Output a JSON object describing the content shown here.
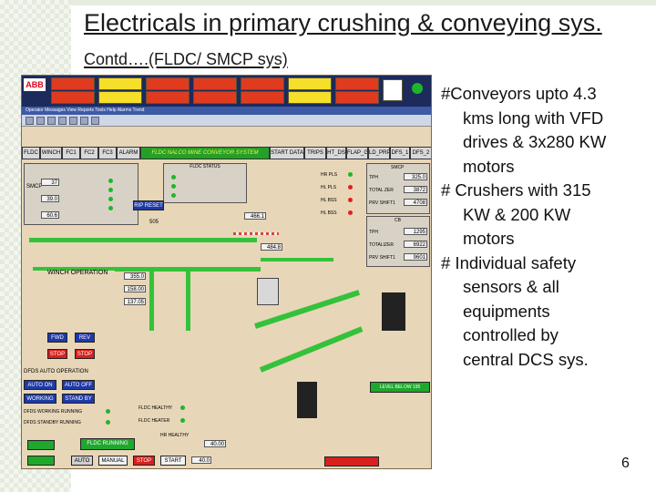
{
  "slide": {
    "title_main": "Electricals in primary crushing & conveying sys.",
    "title_small": " Contd….(FLDC/ SMCP sys)",
    "page_number": "6"
  },
  "bullets": [
    {
      "first": "#Conveyors upto 4.3",
      "rest": [
        "kms long with VFD",
        "drives & 3x280 KW",
        "motors"
      ]
    },
    {
      "first": "# Crushers with 315",
      "rest": [
        "KW & 200 KW",
        "motors"
      ]
    },
    {
      "first": "# Individual safety",
      "rest": [
        "sensors & all",
        "equipments",
        "controlled by",
        "central DCS sys."
      ]
    }
  ],
  "scada": {
    "logo": "ABB",
    "menu_text": "Operator   Messages   View   Reports   Tools   Help   Alarms   Trend",
    "tabs": [
      "FLDC",
      "WINCH",
      "FC1",
      "FC2",
      "FC3",
      "ALARM",
      "FLDC NALCO MINE CONVEYOR SYSTEM",
      "START DATA",
      "TRIPS",
      "HT_DS",
      "FLAP_G",
      "LD_PRP",
      "DFS_1",
      "DFS_2"
    ],
    "winch_operation": "WINCH OPERATION",
    "dfds_auto_operation": "DFDS AUTO OPERATION",
    "buttons": {
      "auto_on": "AUTO ON",
      "auto_off": "AUTO OFF",
      "working": "WORKING",
      "stand_by": "STAND BY",
      "fwd": "FWD",
      "rev": "REV",
      "stop": "STOP",
      "fldc_running": "FLDC RUNNING",
      "auto": "AUTO",
      "manual": "MANUAL",
      "start": "START",
      "rip_reset": "RIP RESET"
    },
    "status_lines": [
      "DFDS WORKING RUNNING",
      "DFDS STANDBY RUNNING"
    ],
    "fldc_status": "FLDC STATUS",
    "smcp": "SMCP",
    "cb": "CB",
    "tph": "TPH",
    "total_zer": "TOTAL ZER",
    "totalizer": "TOTALIZER",
    "prv_shift1": "PRV SHIFT1",
    "level_below": "LEVEL BELOW 195",
    "hr_pls": [
      "HR PLS",
      "HL PLS",
      "HL BSS",
      "HL BSS"
    ],
    "values": {
      "tph1": "325.0",
      "tzer": "3872",
      "prv1": "4708",
      "tph2": "1295",
      "totalizer": "6922",
      "prv2": "9601",
      "v466": "466.1",
      "v505": "505",
      "v4848": "484.8",
      "winch1": "355.0",
      "winch2": "158.00",
      "winch3": "137.05",
      "temp1": "37",
      "temp2": "39.0",
      "temp3": "60.6",
      "hv1": "40.00",
      "hv2": "40.0"
    },
    "fldc_healthy": "FLDC HEALTHY",
    "fldc_heater": "FLDC HEATER",
    "hr_healthy": "HR HEALTHY"
  }
}
